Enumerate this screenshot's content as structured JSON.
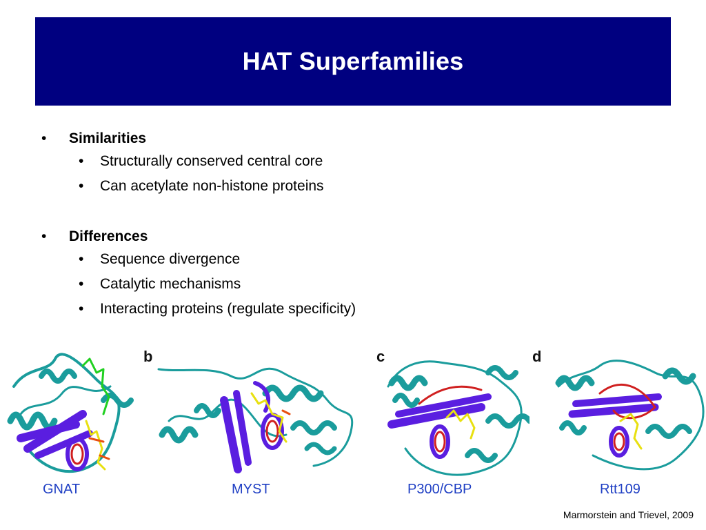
{
  "slide": {
    "title": "HAT Superfamilies",
    "bullet_char": "•",
    "sections": [
      {
        "heading": "Similarities",
        "items": [
          "Structurally conserved central core",
          "Can acetylate non-histone proteins"
        ]
      },
      {
        "heading": "Differences",
        "items": [
          "Sequence divergence",
          "Catalytic mechanisms",
          "Interacting proteins (regulate specificity)"
        ]
      }
    ],
    "figure": {
      "panel_letters": [
        "b",
        "c",
        "d"
      ],
      "captions": [
        "GNAT",
        "MYST",
        "P300/CBP",
        "Rtt109"
      ]
    },
    "citation": "Marmorstein and Trievel, 2009",
    "colors": {
      "title_bg": "#000080",
      "caption_text": "#1f3fc4",
      "helix_teal": "#1a9c9c",
      "strand_purple": "#5a1ee0",
      "ligand_yellow": "#e8e010",
      "loop_green": "#20d020",
      "loop_red": "#d02020"
    }
  }
}
